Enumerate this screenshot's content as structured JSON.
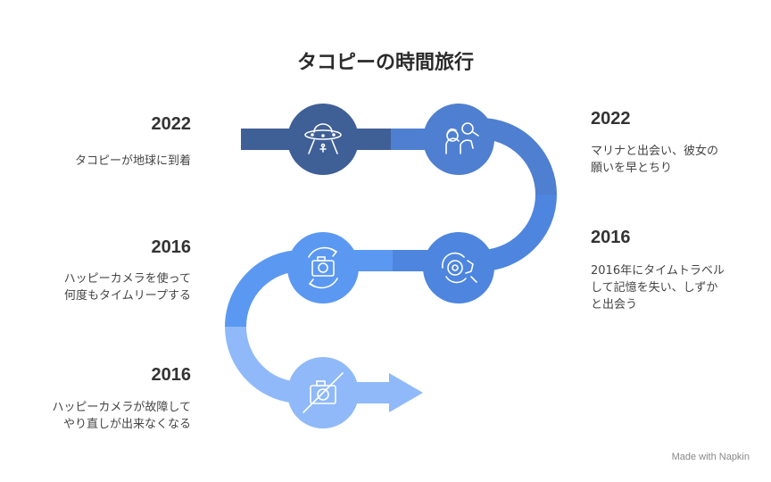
{
  "title": "タコピーの時間旅行",
  "events": [
    {
      "year": "2022",
      "text": "タコピーが地球に到着",
      "icon": "ufo-icon"
    },
    {
      "year": "2022",
      "text": "マリナと出会い、彼女の\n願いを早とちり",
      "icon": "meeting-icon"
    },
    {
      "year": "2016",
      "text": "2016年にタイムトラベル\nして記憶を失い、しずか\nと出会う",
      "icon": "memory-loss-icon"
    },
    {
      "year": "2016",
      "text": "ハッピーカメラを使って\n何度もタイムリープする",
      "icon": "camera-loop-icon"
    },
    {
      "year": "2016",
      "text": "ハッピーカメラが故障して\nやり直しが出来なくなる",
      "icon": "broken-camera-icon"
    }
  ],
  "colors": {
    "stage1": "#3f5f97",
    "stage2": "#4f7fd0",
    "stage3": "#4d85df",
    "stage4": "#5b98f2",
    "stage5": "#8fb9f9"
  },
  "watermark": "Made with  Napkin"
}
